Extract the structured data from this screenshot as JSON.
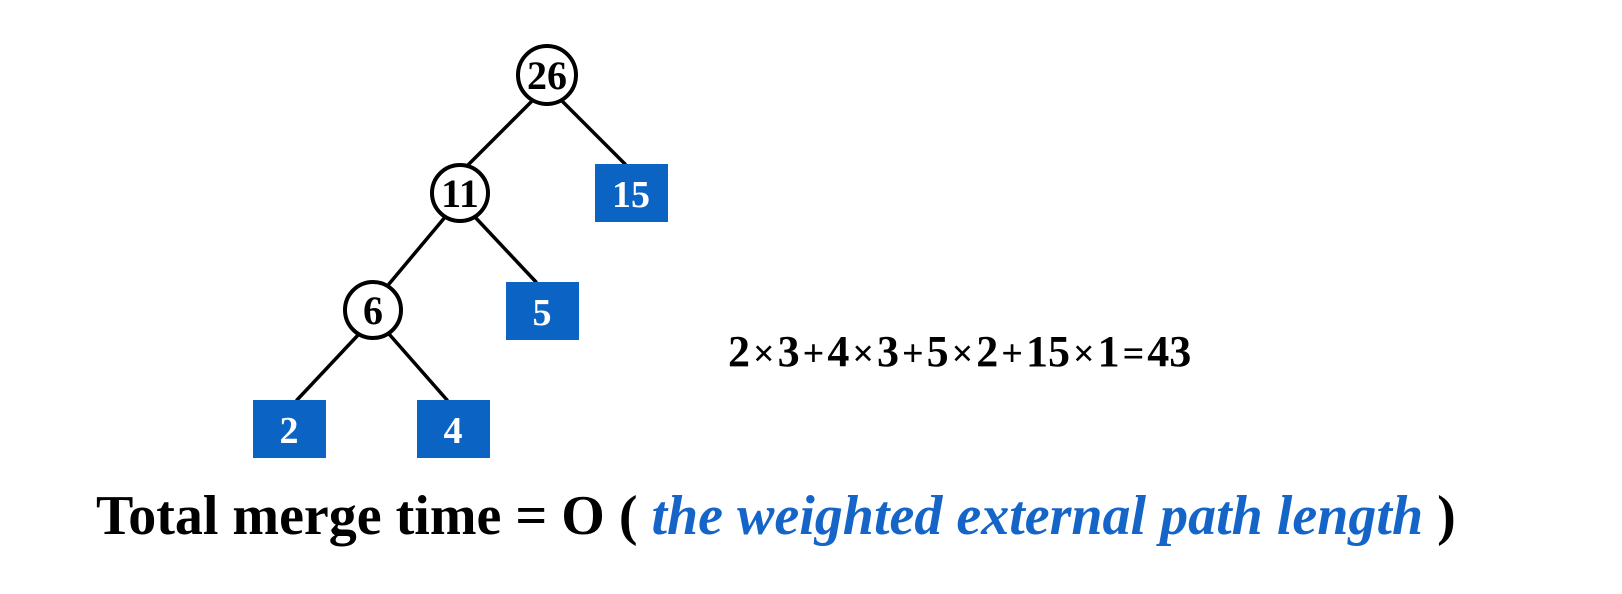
{
  "tree": {
    "internal_nodes": [
      {
        "id": "n26",
        "label": "26"
      },
      {
        "id": "n11",
        "label": "11"
      },
      {
        "id": "n6",
        "label": "6"
      }
    ],
    "leaves": [
      {
        "id": "l15",
        "label": "15"
      },
      {
        "id": "l5",
        "label": "5"
      },
      {
        "id": "l2",
        "label": "2"
      },
      {
        "id": "l4",
        "label": "4"
      }
    ],
    "edges": [
      [
        "n26",
        "n11"
      ],
      [
        "n26",
        "l15"
      ],
      [
        "n11",
        "n6"
      ],
      [
        "n11",
        "l5"
      ],
      [
        "n6",
        "l2"
      ],
      [
        "n6",
        "l4"
      ]
    ],
    "colors": {
      "leaf_fill": "#0b63c4",
      "leaf_text": "#ffffff",
      "edge": "#000000",
      "node_stroke": "#000000"
    }
  },
  "formula": {
    "t1": "2",
    "op1": "×",
    "t2": "3",
    "op2": "+",
    "t3": "4",
    "op3": "×",
    "t4": "3",
    "op4": "+",
    "t5": "5",
    "op5": "×",
    "t6": "2",
    "op6": "+",
    "t7": "15",
    "op7": "×",
    "t8": "1",
    "op8": "=",
    "t9": "43"
  },
  "caption": {
    "prefix": "Total merge time = O (",
    "emphasis": "the weighted external path length",
    "suffix": ")",
    "emphasis_color": "#1565c8"
  }
}
